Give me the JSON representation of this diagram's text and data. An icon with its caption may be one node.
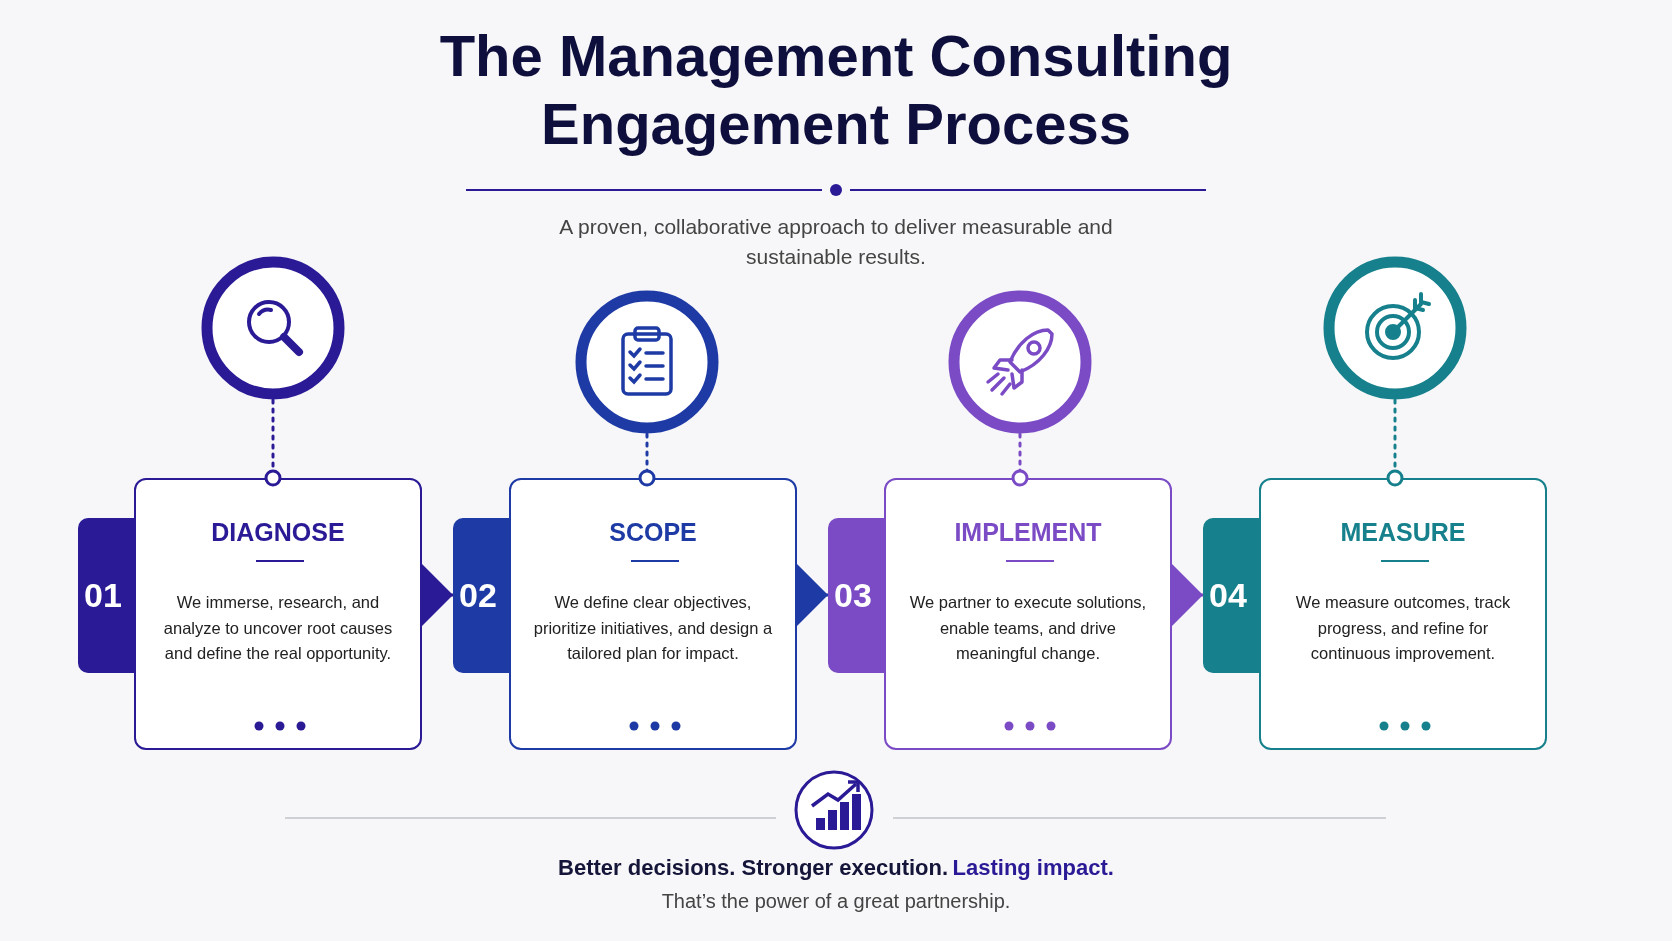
{
  "diagram": {
    "title": "The Management Consulting Engagement Process",
    "nodes": [
      {
        "text": [],
        "shape": "circle"
      },
      {
        "text": [],
        "shape": "circle"
      },
      {
        "text": [],
        "shape": "circle"
      },
      {
        "text": [],
        "shape": "circle"
      },
      {
        "text": [
          "01",
          "DIAGNOSE",
          "We immerse, research, and analyze to uncover root causes and define the real opportunity."
        ]
      },
      {
        "text": [
          "02",
          "SCOPE",
          "We define clear objectives, prioritize initiatives, and design a tailored plan for impact."
        ]
      },
      {
        "text": [
          "03",
          "IMPLEMENT",
          "We partner to execute solutions, enable teams, and drive meaningful change."
        ]
      },
      {
        "text": [
          "04",
          "MEASURE",
          "We measure outcomes, track progress, and refine for continuous improvement."
        ]
      }
    ],
    "edges": [
      {
        "from": 0,
        "to": 4,
        "arrow": "other",
        "style": "dashed",
        "color": "#2a1a96"
      },
      {
        "from": 1,
        "to": 5,
        "arrow": "other",
        "style": "dashed",
        "color": "#1e3aa5"
      },
      {
        "from": 2,
        "to": 6,
        "arrow": "other",
        "style": "dashed",
        "color": "#7b4bc6"
      },
      {
        "from": 3,
        "to": 7,
        "arrow": "other",
        "style": "dashed",
        "color": "#16808c"
      },
      {
        "from": 4,
        "to": 5,
        "arrow": "to",
        "color": "#2a1a96"
      },
      {
        "from": 5,
        "to": 6,
        "arrow": "to",
        "color": "#1e3aa5"
      },
      {
        "from": 6,
        "to": 7,
        "arrow": "to",
        "color": "#7b4bc6"
      }
    ],
    "labels": [
      "A proven, collaborative approach to deliver measurable and sustainable results.",
      "Better decisions. Stronger execution.",
      "Lasting impact.",
      "That’s the power of a great partnership."
    ]
  }
}
